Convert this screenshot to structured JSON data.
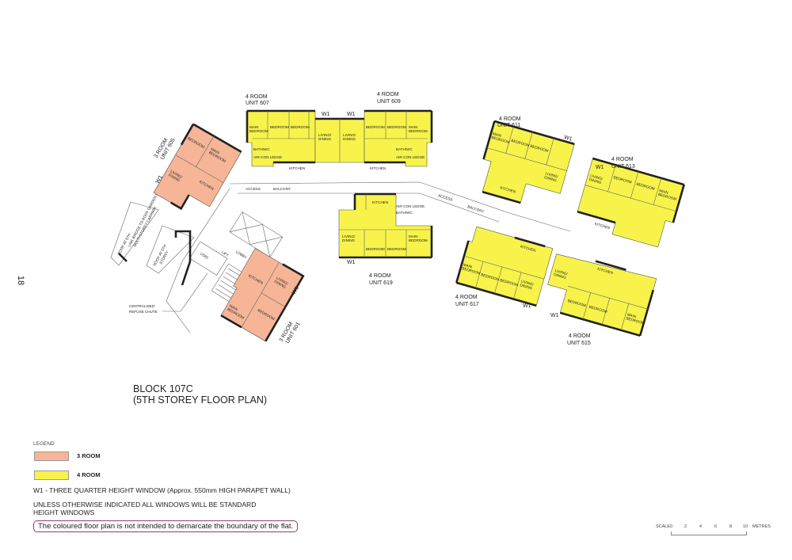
{
  "page_number": "18",
  "block_title": {
    "line1": "BLOCK 107C",
    "line2": "(5TH  STOREY FLOOR PLAN)"
  },
  "legend": {
    "heading": "LEGEND",
    "items": [
      {
        "label": "3  ROOM",
        "color": "#f6b596"
      },
      {
        "label": "4 ROOM",
        "color": "#f7f34a"
      }
    ]
  },
  "notes": {
    "w1": "W1 - THREE QUARTER HEIGHT WINDOW (Approx. 550mm HIGH PARAPET WALL)",
    "windows_line1": "UNLESS OTHERWISE INDICATED ALL WINDOWS WILL BE STANDARD",
    "windows_line2": "HEIGHT WINDOWS",
    "disclaimer": "The coloured floor plan is not intended to demarcate the boundary of the flat."
  },
  "scale": {
    "label": "SCALE",
    "ticks": [
      "0",
      "2",
      "4",
      "6",
      "8",
      "10"
    ],
    "unit": "METRES"
  },
  "plan_labels": {
    "access": "ACCESS",
    "balcony": "BALCONY",
    "w1": "W1",
    "lobby": "LOBBY",
    "void": "VOID",
    "lift": "LIFT",
    "refuse": "CENTRALISED",
    "refuse2": "REFUSE CHUTE",
    "roof1": "ROOF AT 5TH",
    "roof1b": "STOREY",
    "bridge": "LINK BRIDGE TO ROOF GARDEN OF",
    "bridge2": "MULTI-STOREY CARPARK"
  },
  "units": {
    "u607": {
      "type": "4 ROOM",
      "name": "UNIT 607",
      "rooms": [
        "MAIN",
        "BEDROOM",
        "BEDROOM",
        "BEDROOM",
        "LIVING/",
        "DINING",
        "KITCHEN",
        "BATH/WC",
        "AIR-CON LEDGE"
      ]
    },
    "u609": {
      "type": "4 ROOM",
      "name": "UNIT 609",
      "rooms": [
        "MAIN",
        "BEDROOM",
        "BEDROOM",
        "BEDROOM",
        "LIVING/",
        "DINING",
        "KITCHEN",
        "BATH/WC",
        "AIR-CON LEDGE"
      ]
    },
    "u619": {
      "type": "4 ROOM",
      "name": "UNIT 619",
      "rooms": [
        "MAIN",
        "BEDROOM",
        "BEDROOM",
        "BEDROOM",
        "LIVING/",
        "DINING",
        "KITCHEN",
        "BATH/WC",
        "AIR-CON LEDGE"
      ]
    },
    "u611": {
      "type": "4 ROOM",
      "name": "UNIT 611",
      "rooms": [
        "MAIN",
        "BEDROOM",
        "BEDROOM",
        "BEDROOM",
        "LIVING/",
        "DINING",
        "KITCHEN"
      ]
    },
    "u613": {
      "type": "4 ROOM",
      "name": "UNIT 613",
      "rooms": [
        "MAIN",
        "BEDROOM",
        "BEDROOM",
        "BEDROOM",
        "LIVING/",
        "DINING",
        "KITCHEN"
      ]
    },
    "u617": {
      "type": "4 ROOM",
      "name": "UNIT 617",
      "rooms": [
        "MAIN",
        "BEDROOM",
        "BEDROOM",
        "BEDROOM",
        "LIVING/",
        "DINING",
        "KITCHEN"
      ]
    },
    "u615": {
      "type": "4 ROOM",
      "name": "UNIT 615",
      "rooms": [
        "MAIN",
        "BEDROOM",
        "BEDROOM",
        "BEDROOM",
        "LIVING/",
        "DINING",
        "KITCHEN"
      ]
    },
    "u605": {
      "type": "3 ROOM",
      "name": "UNIT 605",
      "rooms": [
        "MAIN",
        "BEDROOM",
        "BEDROOM",
        "LIVING/",
        "DINING",
        "KITCHEN"
      ]
    },
    "u601": {
      "type": "3 ROOM",
      "name": "UNIT 601",
      "rooms": [
        "MAIN",
        "BEDROOM",
        "BEDROOM",
        "LIVING/",
        "DINING",
        "KITCHEN"
      ]
    }
  }
}
